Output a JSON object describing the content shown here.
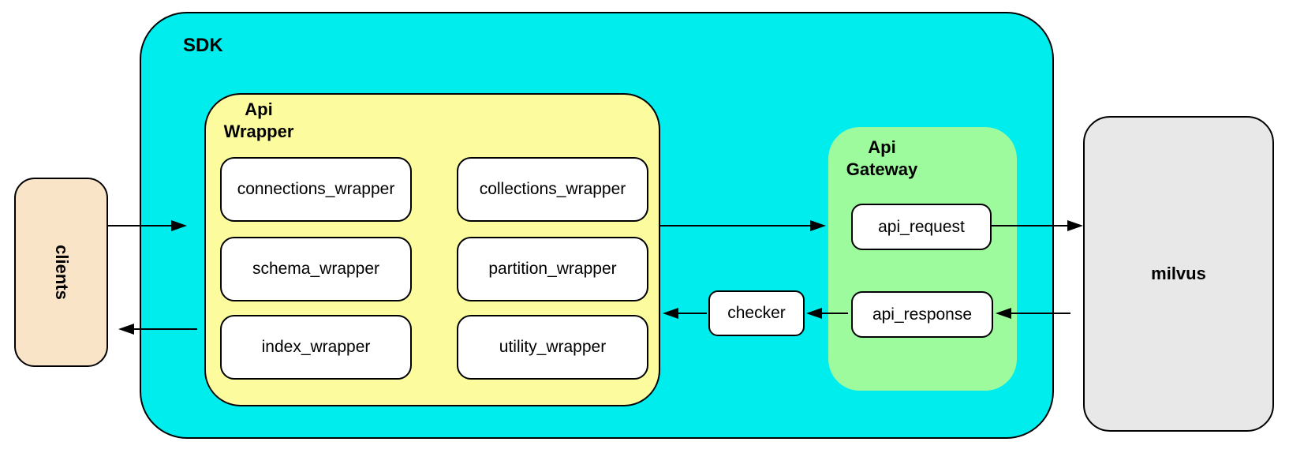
{
  "diagram": {
    "clients": {
      "label": "clients"
    },
    "sdk": {
      "label": "SDK"
    },
    "api_wrapper": {
      "title_line1": "Api",
      "title_line2": "Wrapper",
      "items": [
        {
          "label": "connections_wrapper"
        },
        {
          "label": "collections_wrapper"
        },
        {
          "label": "schema_wrapper"
        },
        {
          "label": "partition_wrapper"
        },
        {
          "label": "index_wrapper"
        },
        {
          "label": "utility_wrapper"
        }
      ]
    },
    "checker": {
      "label": "checker"
    },
    "api_gateway": {
      "title_line1": "Api",
      "title_line2": "Gateway",
      "request_label": "api_request",
      "response_label": "api_response"
    },
    "milvus": {
      "label": "milvus"
    },
    "colors": {
      "sdk_fill": "#00EDED",
      "api_wrapper_fill": "#FCFC9E",
      "api_gateway_fill": "#9DFB9D",
      "clients_fill": "#FAE4C8",
      "milvus_fill": "#E8E8E8",
      "node_fill": "#FFFFFF",
      "stroke": "#000000"
    }
  }
}
